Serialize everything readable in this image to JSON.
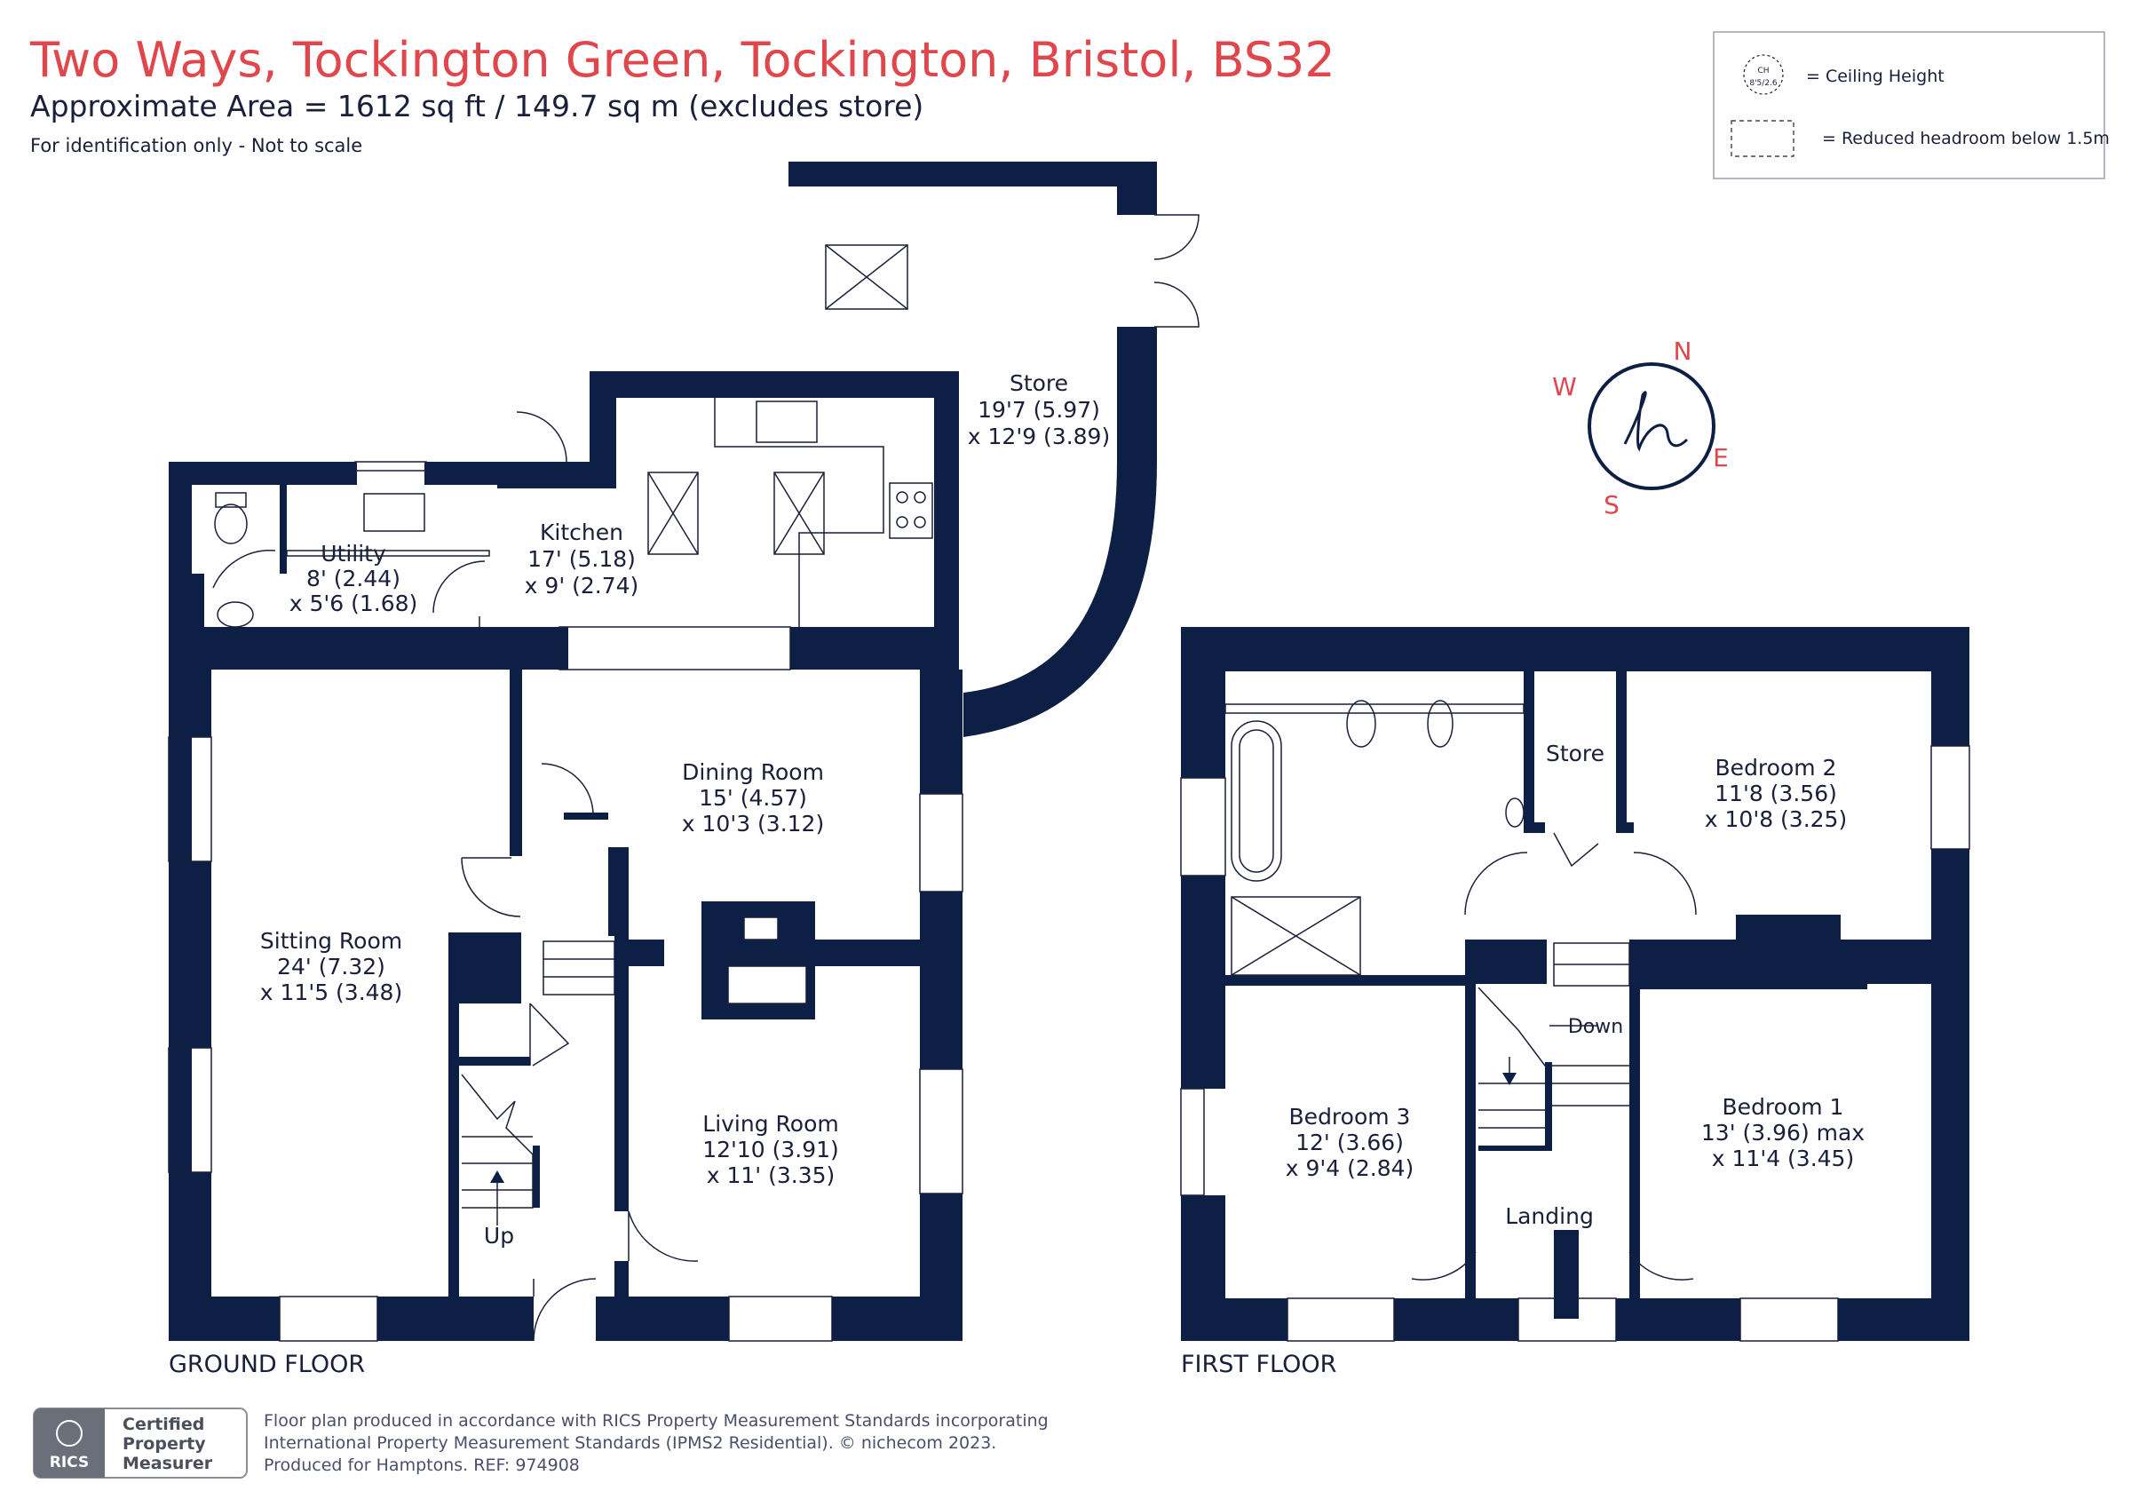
{
  "header": {
    "title": "Two Ways, Tockington Green, Tockington, Bristol, BS32",
    "area": "Approximate Area = 1612  sq ft / 149.7  sq m (excludes store)",
    "note": "For identification only - Not to scale"
  },
  "legend": {
    "ceiling_icon_top": "CH",
    "ceiling_icon_bottom": "8'5/2.6",
    "ceiling": "= Ceiling Height",
    "reduced": "= Reduced headroom below 1.5m"
  },
  "compass": {
    "n": "N",
    "e": "E",
    "s": "S",
    "w": "W"
  },
  "rooms": {
    "store_out": [
      "Store",
      "19'7 (5.97)",
      "x 12'9 (3.89)"
    ],
    "kitchen": [
      "Kitchen",
      "17' (5.18)",
      "x 9' (2.74)"
    ],
    "utility": [
      "Utility",
      "8' (2.44)",
      "x 5'6 (1.68)"
    ],
    "dining": [
      "Dining Room",
      "15' (4.57)",
      "x 10'3 (3.12)"
    ],
    "sitting": [
      "Sitting Room",
      "24' (7.32)",
      "x 11'5 (3.48)"
    ],
    "living": [
      "Living Room",
      "12'10 (3.91)",
      "x 11' (3.35)"
    ],
    "up": "Up",
    "store_in": "Store",
    "bed2": [
      "Bedroom 2",
      "11'8 (3.56)",
      "x 10'8 (3.25)"
    ],
    "bed3": [
      "Bedroom 3",
      "12' (3.66)",
      "x 9'4 (2.84)"
    ],
    "bed1": [
      "Bedroom 1",
      "13' (3.96) max",
      "x 11'4 (3.45)"
    ],
    "landing": "Landing",
    "down": "Down"
  },
  "floors": {
    "ground": "GROUND FLOOR",
    "first": "FIRST FLOOR"
  },
  "footer": {
    "badge_brand": "RICS",
    "badge_lines": [
      "Certified",
      "Property",
      "Measurer"
    ],
    "lines": [
      "Floor plan produced in accordance with RICS Property Measurement Standards incorporating",
      "International Property Measurement Standards (IPMS2 Residential).  © nichecom 2023.",
      "Produced for Hamptons.   REF:  974908"
    ]
  },
  "colors": {
    "wall": "#0d1f45",
    "title": "#e0474c"
  }
}
